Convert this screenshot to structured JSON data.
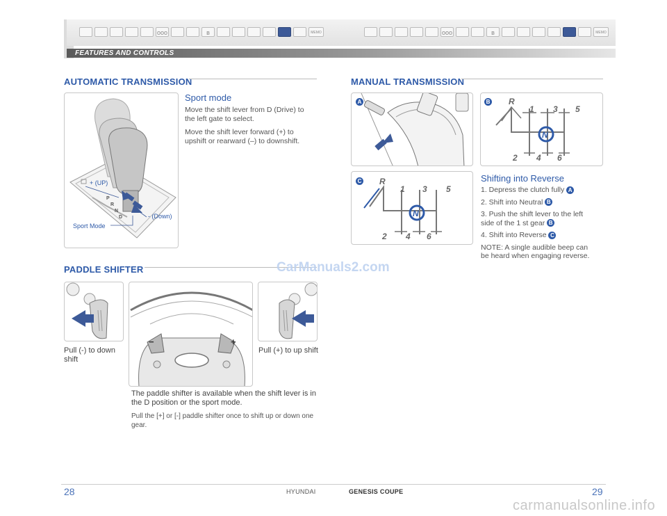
{
  "header": {
    "section_title": "FEATURES AND CONTROLS",
    "left_icons": [
      {
        "icon": "gauge-icon",
        "text": ""
      },
      {
        "icon": "seat-icon",
        "text": ""
      },
      {
        "icon": "car-icon",
        "text": ""
      },
      {
        "icon": "key-icon",
        "text": ""
      },
      {
        "icon": "mirror-icon",
        "text": ""
      },
      {
        "icon": "audio-icon",
        "text": "ooo"
      },
      {
        "icon": "tire-icon",
        "text": ""
      },
      {
        "icon": "wheel-icon",
        "text": ""
      },
      {
        "icon": "bluetooth-icon",
        "text": "ʙ"
      },
      {
        "icon": "wiper-icon",
        "text": ""
      },
      {
        "icon": "fuel-icon",
        "text": ""
      },
      {
        "icon": "vent-icon",
        "text": ""
      },
      {
        "icon": "lamp-icon",
        "text": ""
      },
      {
        "icon": "shift-icon",
        "text": "",
        "active": true
      },
      {
        "icon": "clock-icon",
        "text": ""
      },
      {
        "icon": "memo-icon",
        "text": "MEMO",
        "memo": true
      }
    ],
    "right_icons": [
      {
        "icon": "gauge-icon",
        "text": ""
      },
      {
        "icon": "seat-icon",
        "text": ""
      },
      {
        "icon": "car-icon",
        "text": ""
      },
      {
        "icon": "key-icon",
        "text": ""
      },
      {
        "icon": "display-icon",
        "text": ""
      },
      {
        "icon": "audio-icon",
        "text": "ooo"
      },
      {
        "icon": "tire-icon",
        "text": ""
      },
      {
        "icon": "wheel-icon",
        "text": ""
      },
      {
        "icon": "bluetooth-icon",
        "text": "ʙ"
      },
      {
        "icon": "wiper-icon",
        "text": ""
      },
      {
        "icon": "fuel-icon",
        "text": ""
      },
      {
        "icon": "vent-icon",
        "text": ""
      },
      {
        "icon": "lamp-icon",
        "text": ""
      },
      {
        "icon": "manual-shift-icon",
        "text": "",
        "active": true
      },
      {
        "icon": "clock-icon",
        "text": ""
      },
      {
        "icon": "memo-icon",
        "text": "MEMO",
        "memo": true
      }
    ]
  },
  "auto_trans": {
    "title": "AUTOMATIC TRANSMISSION",
    "subtitle": "Sport mode",
    "para1": "Move the shift lever from D (Drive) to the left gate to select.",
    "para2": "Move the shift lever forward (+) to upshift or rearward (–) to downshift.",
    "label_up": "+ (UP)",
    "label_down": "- (Down)",
    "label_sport": "Sport Mode",
    "gate_letters": [
      "P",
      "R",
      "N",
      "D"
    ]
  },
  "manual_trans": {
    "title": "MANUAL TRANSMISSION",
    "badge_a": "A",
    "badge_b": "B",
    "badge_c": "C",
    "gears_top": [
      "R",
      "1",
      "3",
      "5"
    ],
    "gears_bottom": [
      "2",
      "4",
      "6"
    ],
    "subtitle": "Shifting into Reverse",
    "steps": [
      {
        "text": "1. Depress the clutch fully",
        "badge": "A"
      },
      {
        "text": "2. Shift into Neutral",
        "badge": "B"
      },
      {
        "text": "3. Push the shift lever to the left side of the 1 st gear",
        "badge": "B"
      },
      {
        "text": "4. Shift into Reverse",
        "badge": "C"
      }
    ],
    "note": "NOTE: A single audible beep can be heard when engaging reverse."
  },
  "paddle": {
    "title": "PADDLE SHIFTER",
    "left_caption": "Pull (-) to down shift",
    "right_caption": "Pull (+) to up shift",
    "wheel_minus": "−",
    "wheel_plus": "+",
    "desc1": "The paddle shifter is available when the shift lever is in the D position or the sport mode.",
    "desc2": "Pull the [+] or [-] paddle shifter once to shift up or down one gear."
  },
  "watermark": "CarManuals2.com",
  "footer": {
    "page_left": "28",
    "page_right": "29",
    "brand": "HYUNDAI",
    "model": "GENESIS COUPE",
    "site": "carmanualsonline.info"
  },
  "colors": {
    "accent": "#2e5aa8",
    "arrow": "#3d5a98",
    "band": "#7a7a7a"
  }
}
